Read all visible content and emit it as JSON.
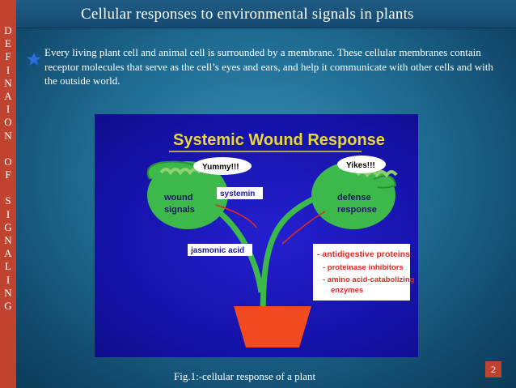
{
  "sidebar": {
    "letters": [
      "D",
      "E",
      "F",
      "I",
      "N",
      "A",
      "I",
      "O",
      "N",
      "",
      "O",
      "F",
      "",
      "S",
      "I",
      "G",
      "N",
      "A",
      "L",
      "I",
      "N",
      "G"
    ]
  },
  "title": "Cellular responses to environmental signals in plants",
  "bullet_icon": "star-icon",
  "body_text": "Every living plant cell and animal cell is surrounded by a membrane. These cellular membranes contain receptor molecules that serve as the cell’s eyes and ears, and help it communicate with other cells and with the outside world.",
  "figure": {
    "heading": "Systemic Wound Response",
    "yummy": "Yummy!!!",
    "yikes": "Yikes!!!",
    "wound_signals_1": "wound",
    "wound_signals_2": "signals",
    "systemin": "systemin",
    "defense_1": "defense",
    "defense_2": "response",
    "jasmonic": "jasmonic acid",
    "antidigestive": "- antidigestive proteins",
    "inhibitors": "- proteinase inhibitors",
    "amino_1": "- amino acid-catabolizing",
    "amino_2": "enzymes"
  },
  "caption": "Fig.1:-cellular response of a plant",
  "page_number": "2",
  "colors": {
    "sidebar": "#c0432f",
    "figure_bg": "#1a17b8",
    "leaf_green": "#3db84a",
    "heading_yellow": "#e8d833",
    "pot_orange": "#f04a1e",
    "red_text": "#e02a20"
  }
}
